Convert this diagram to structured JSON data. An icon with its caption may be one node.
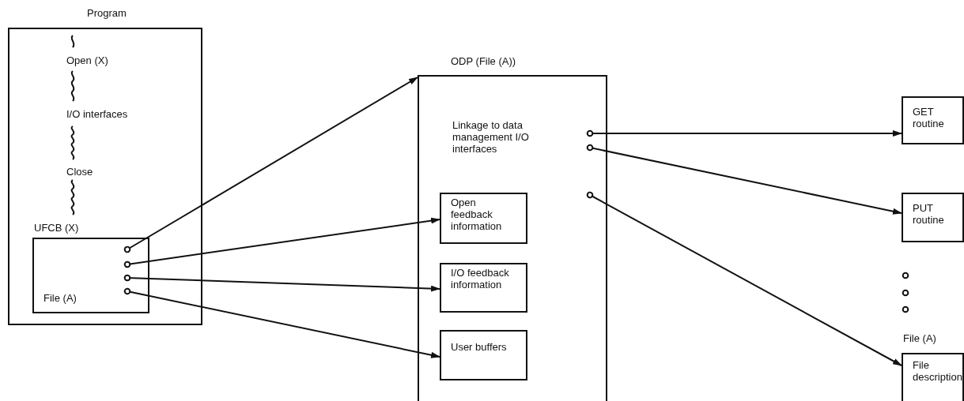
{
  "diagram": {
    "nodes": [
      {
        "text": [
          "Program",
          "Open (X)",
          "I/O interfaces",
          "Close"
        ]
      },
      {
        "text": [
          "UFCB (X)",
          "File (A)"
        ],
        "in": 0
      },
      {
        "text": [
          "ODP (File (A))",
          "Linkage to data management I/O interfaces"
        ]
      },
      {
        "text": [
          "Open feedback information"
        ],
        "in": 2
      },
      {
        "text": [
          "I/O feedback information"
        ],
        "in": 2
      },
      {
        "text": [
          "User buffers"
        ],
        "in": 2
      },
      {
        "text": [
          "GET routine"
        ]
      },
      {
        "text": [
          "PUT routine"
        ]
      },
      {
        "text": [
          "File (A)",
          "File description"
        ]
      }
    ],
    "edges": [
      {
        "from": 1,
        "to": 2,
        "arrow": "to"
      },
      {
        "from": 1,
        "to": 3,
        "arrow": "to"
      },
      {
        "from": 1,
        "to": 4,
        "arrow": "to"
      },
      {
        "from": 1,
        "to": 5,
        "arrow": "to"
      },
      {
        "from": 2,
        "to": 6,
        "arrow": "to"
      },
      {
        "from": 2,
        "to": 7,
        "arrow": "to"
      },
      {
        "from": 2,
        "to": 8,
        "arrow": "to"
      }
    ]
  }
}
